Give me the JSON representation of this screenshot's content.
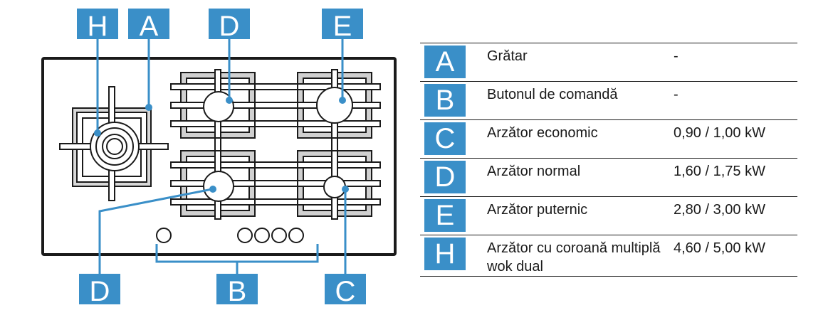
{
  "diagram": {
    "callouts": {
      "H": "H",
      "A": "A",
      "D_top": "D",
      "E": "E",
      "D_bottom": "D",
      "B": "B",
      "C": "C"
    }
  },
  "legend": {
    "rows": [
      {
        "letter": "A",
        "name": "Grătar",
        "power": "-"
      },
      {
        "letter": "B",
        "name": "Butonul de comandă",
        "power": "-"
      },
      {
        "letter": "C",
        "name": "Arzător economic",
        "power": "0,90 / 1,00 kW"
      },
      {
        "letter": "D",
        "name": "Arzător normal",
        "power": "1,60 / 1,75 kW"
      },
      {
        "letter": "E",
        "name": "Arzător puternic",
        "power": "2,80 / 3,00 kW"
      },
      {
        "letter": "H",
        "name": "Arzător cu coroană multiplă wok dual",
        "power": "4,60 / 5,00 kW"
      }
    ]
  },
  "colors": {
    "accent": "#3a8fc8",
    "line": "#1a1a1a",
    "grate": "#b0b0b0"
  }
}
